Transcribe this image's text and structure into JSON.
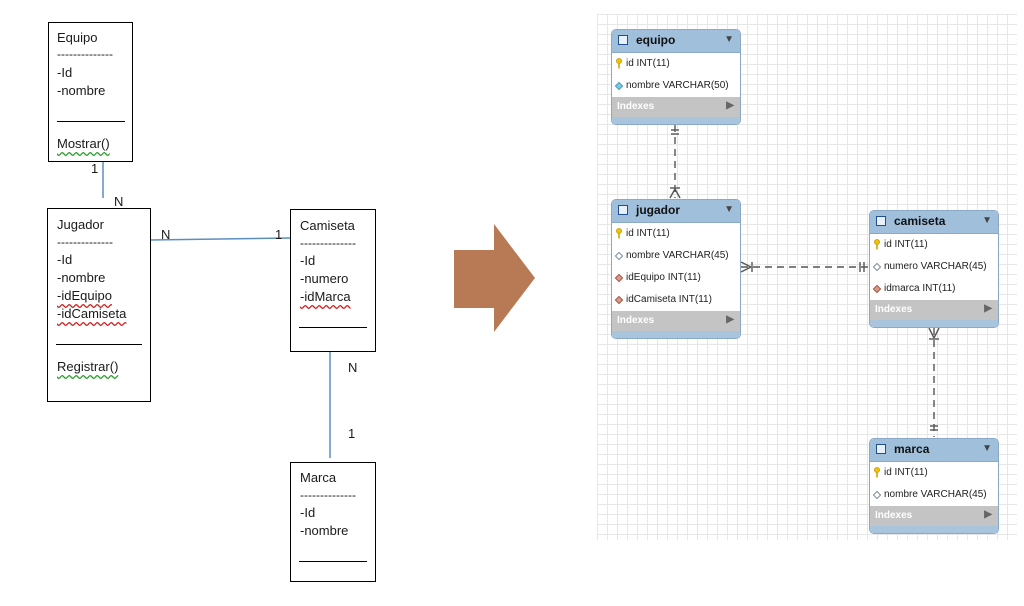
{
  "uml": {
    "equipo": {
      "name": "Equipo",
      "sep": "--------------",
      "attr1": "-Id",
      "attr2": "-nombre",
      "method": "Mostrar()"
    },
    "jugador": {
      "name": "Jugador",
      "sep": "--------------",
      "attr1": "-Id",
      "attr2": "-nombre",
      "attr3": "-idEquipo",
      "attr4": "-idCamiseta",
      "method": "Registrar()"
    },
    "camiseta": {
      "name": "Camiseta",
      "sep": "--------------",
      "attr1": "-Id",
      "attr2": "-numero",
      "attr3": "-idMarca"
    },
    "marca": {
      "name": "Marca",
      "sep": "--------------",
      "attr1": "-Id",
      "attr2": "-nombre"
    },
    "multiplicities": {
      "equipo_jugador_1": "1",
      "equipo_jugador_n": "N",
      "jugador_camiseta_n": "N",
      "jugador_camiseta_1": "1",
      "camiseta_marca_n": "N",
      "camiseta_marca_1": "1"
    }
  },
  "arrow_color": "#b87a55",
  "eer": {
    "equipo": {
      "name": "equipo",
      "cols": [
        "id INT(11)",
        "nombre VARCHAR(50)"
      ],
      "indexes": "Indexes"
    },
    "jugador": {
      "name": "jugador",
      "cols": [
        "id INT(11)",
        "nombre VARCHAR(45)",
        "idEquipo INT(11)",
        "idCamiseta INT(11)"
      ],
      "indexes": "Indexes"
    },
    "camiseta": {
      "name": "camiseta",
      "cols": [
        "id INT(11)",
        "numero VARCHAR(45)",
        "idmarca INT(11)"
      ],
      "indexes": "Indexes"
    },
    "marca": {
      "name": "marca",
      "cols": [
        "id INT(11)",
        "nombre VARCHAR(45)"
      ],
      "indexes": "Indexes"
    }
  }
}
